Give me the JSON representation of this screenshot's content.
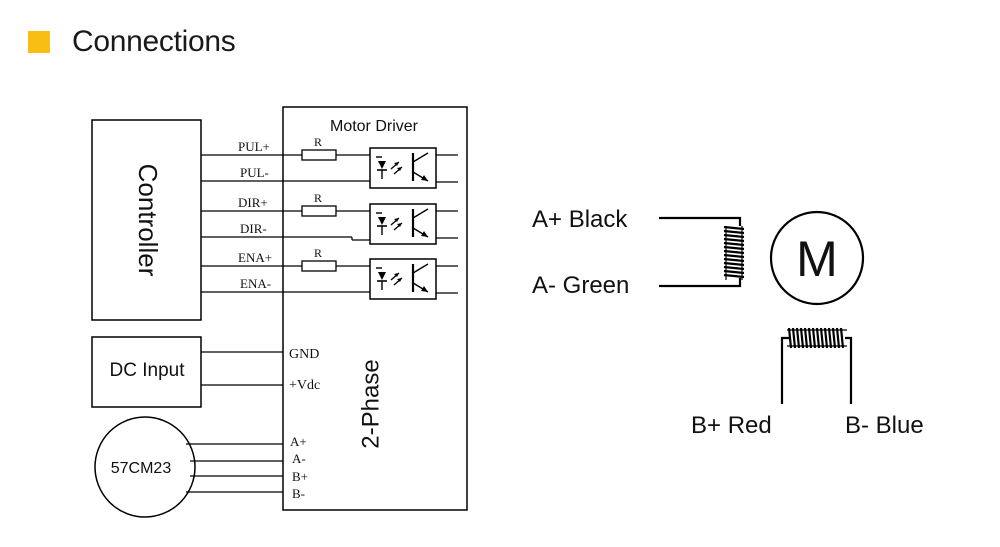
{
  "header": {
    "title": "Connections",
    "accent_color": "#f8be13"
  },
  "diagram": {
    "driver_title": "Motor Driver",
    "driver_phase": "2-Phase",
    "controller_label": "Controller",
    "dc_input_label": "DC Input",
    "motor_model_label": "57CM23",
    "resistor_label": "R",
    "signal_pins": [
      "PUL+",
      "PUL-",
      "DIR+",
      "DIR-",
      "ENA+",
      "ENA-"
    ],
    "power_pins": [
      "GND",
      "+Vdc"
    ],
    "motor_pins": [
      "A+",
      "A-",
      "B+",
      "B-"
    ],
    "motor_symbol": "M",
    "coil_a_plus": "A+  Black",
    "coil_a_minus": "A-  Green",
    "coil_b_plus": "B+ Red",
    "coil_b_minus": "B- Blue"
  }
}
